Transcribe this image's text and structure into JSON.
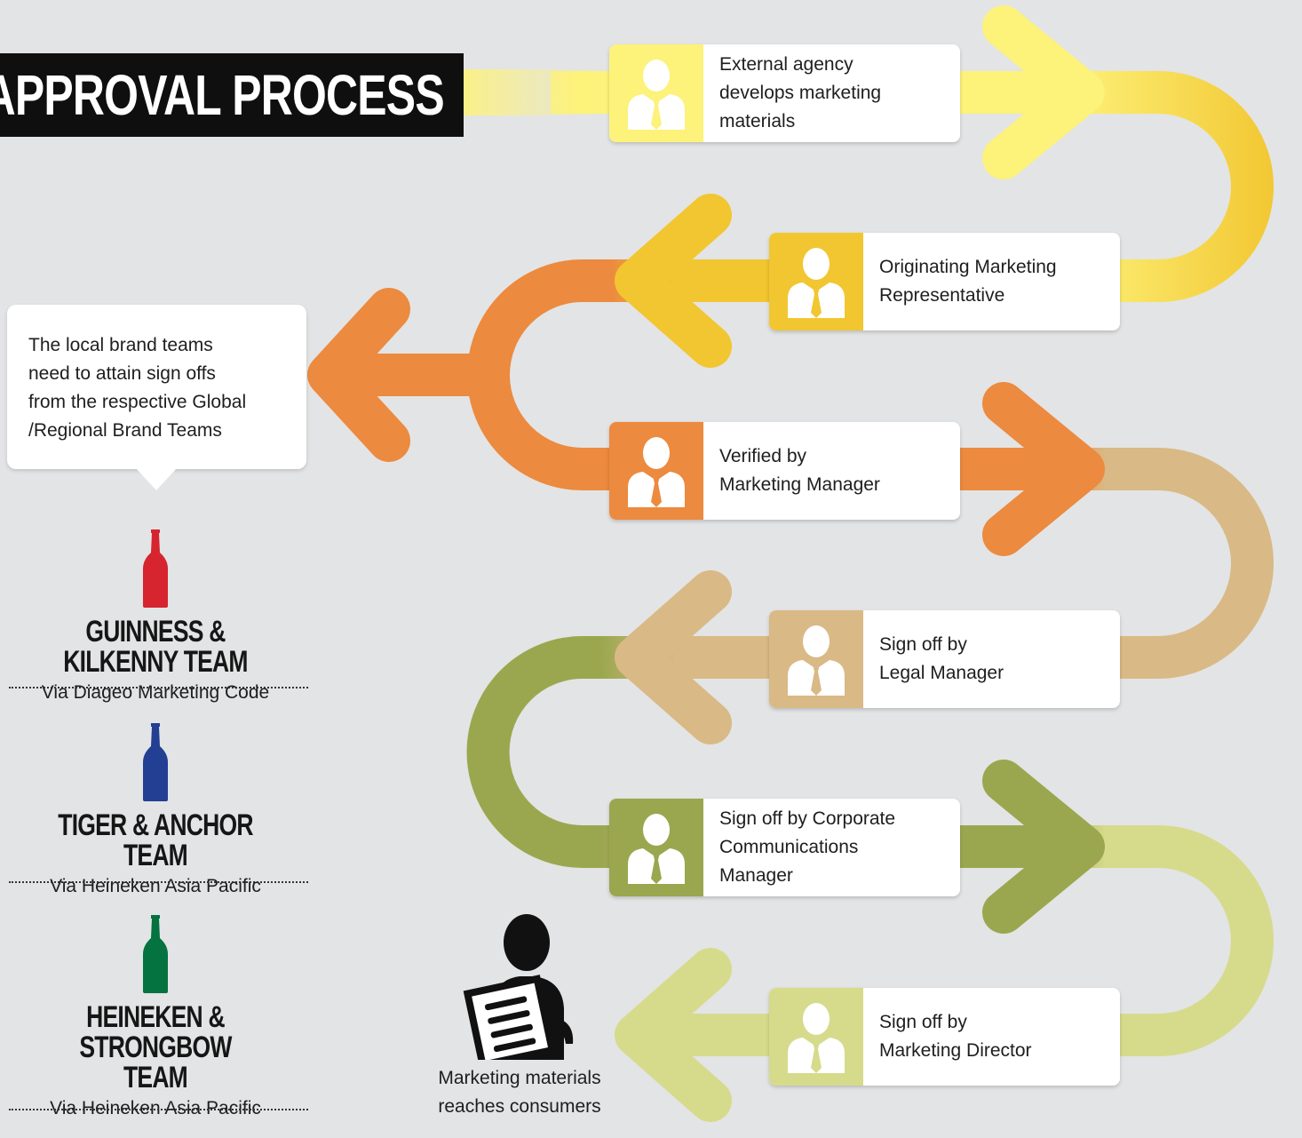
{
  "title": "THE APPROVAL PROCESS",
  "colors": {
    "yellow_light": "#fdf27a",
    "yellow": "#f2c631",
    "orange": "#ec8a3f",
    "tan": "#d9b985",
    "olive": "#9aa74f",
    "green_light": "#d6db8c",
    "guinness_bottle": "#d7252f",
    "tiger_bottle": "#233f94",
    "heineken_bottle": "#04733f"
  },
  "steps": [
    {
      "label": "External agency\ndevelops marketing\nmaterials",
      "icon": "person-icon"
    },
    {
      "label": "Originating Marketing\nRepresentative",
      "icon": "person-icon"
    },
    {
      "label": "Verified by\nMarketing Manager",
      "icon": "person-icon"
    },
    {
      "label": "Sign off by\nLegal Manager",
      "icon": "person-icon"
    },
    {
      "label": "Sign off by Corporate\nCommunications\nManager",
      "icon": "person-icon"
    },
    {
      "label": "Sign off by\nMarketing Director",
      "icon": "person-icon"
    }
  ],
  "callout": "The local brand teams\nneed to attain sign offs\nfrom the respective Global\n/Regional Brand Teams",
  "teams": [
    {
      "name": "GUINNESS & KILKENNY TEAM",
      "sub": "Via Diageo Marketing Code",
      "icon": "bottle-icon"
    },
    {
      "name": "TIGER & ANCHOR TEAM",
      "sub": "Via Heineken Asia Pacific",
      "icon": "bottle-icon"
    },
    {
      "name": "HEINEKEN & STRONGBOW\nTEAM",
      "sub": "Via Heineken Asia Pacific",
      "icon": "bottle-icon"
    }
  ],
  "consumer": {
    "caption": "Marketing materials\nreaches consumers",
    "icon": "reader-icon"
  }
}
